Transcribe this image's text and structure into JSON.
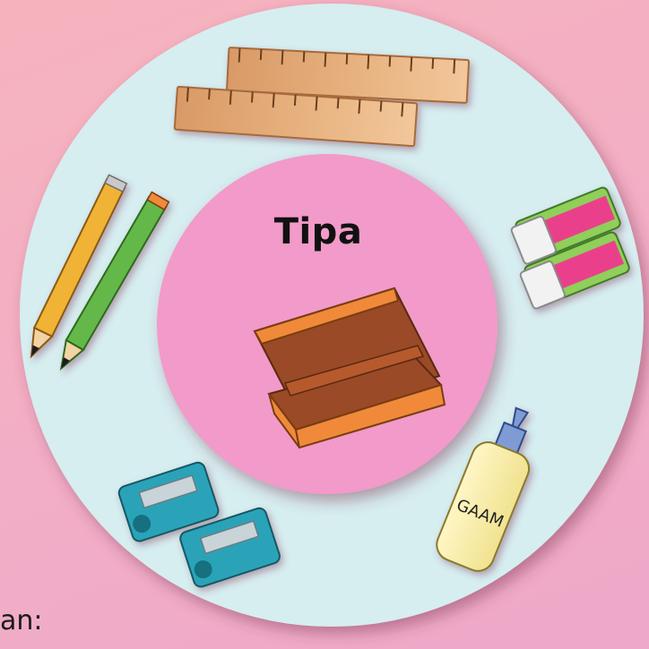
{
  "diagram": {
    "center": {
      "title": "Tipa",
      "icon": "pencil-case-icon"
    },
    "items": [
      {
        "id": "rulers",
        "icon": "ruler-icon",
        "label": ""
      },
      {
        "id": "erasers",
        "icon": "eraser-icon",
        "label": ""
      },
      {
        "id": "glue",
        "icon": "glue-bottle-icon",
        "label": "GAAM"
      },
      {
        "id": "sharpeners",
        "icon": "sharpener-icon",
        "label": ""
      },
      {
        "id": "pencils",
        "icon": "pencil-icon",
        "label": ""
      }
    ],
    "colors": {
      "outer_ring": "#d6eef0",
      "inner_circle": "#f29ac9",
      "background": "#f2aec6"
    }
  },
  "page": {
    "corner_text": "an:"
  }
}
